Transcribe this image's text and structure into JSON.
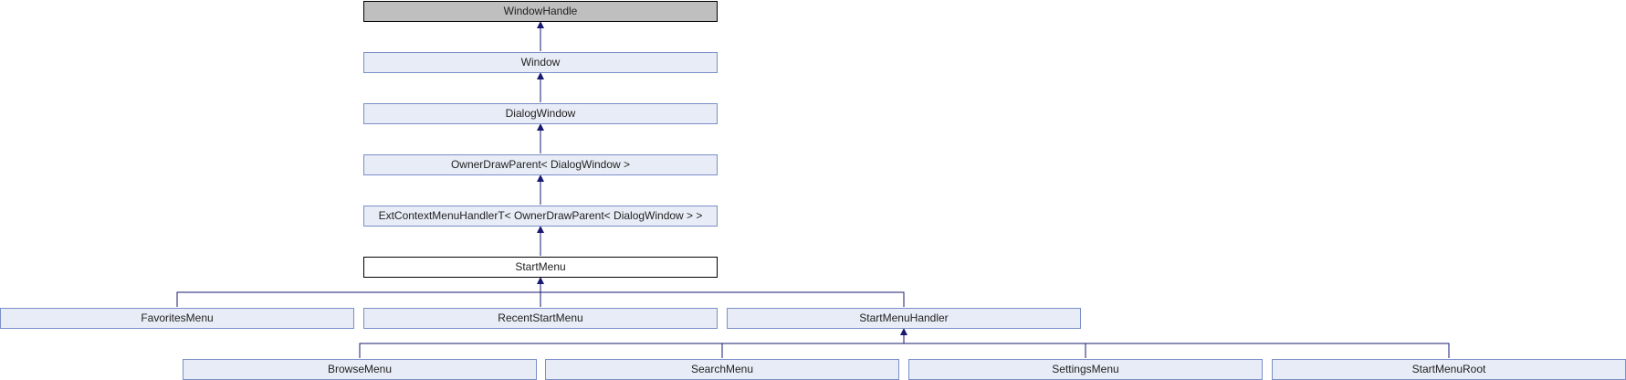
{
  "diagram": {
    "colors": {
      "edge": "#191970",
      "node_fill": "#e8ecf6",
      "node_border": "#7b8fc8",
      "root_fill": "#bfbfbf",
      "current_border": "#000000"
    },
    "nodes": {
      "window_handle": "WindowHandle",
      "window": "Window",
      "dialog_window": "DialogWindow",
      "owner_draw_parent": "OwnerDrawParent< DialogWindow >",
      "ext_context_menu_handler": "ExtContextMenuHandlerT< OwnerDrawParent< DialogWindow > >",
      "start_menu": "StartMenu",
      "favorites_menu": "FavoritesMenu",
      "recent_start_menu": "RecentStartMenu",
      "start_menu_handler": "StartMenuHandler",
      "browse_menu": "BrowseMenu",
      "search_menu": "SearchMenu",
      "settings_menu": "SettingsMenu",
      "start_menu_root": "StartMenuRoot"
    }
  }
}
